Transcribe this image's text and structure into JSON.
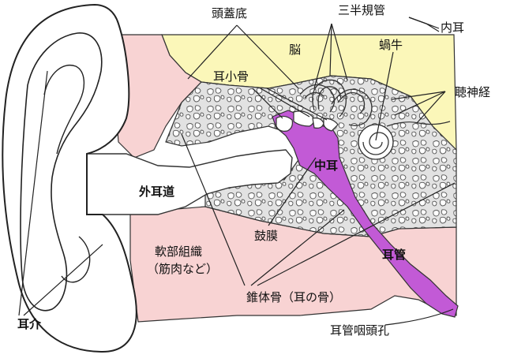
{
  "labels": {
    "skull_base": "頭蓋底",
    "semicircular_canals": "三半規管",
    "inner_ear": "内耳",
    "brain": "脳",
    "cochlea": "蝸牛",
    "ossicles": "耳小骨",
    "auditory_nerve": "聴神経",
    "middle_ear": "中耳",
    "external_auditory_canal": "外耳道",
    "eardrum": "鼓膜",
    "soft_tissue": "軟部組織",
    "soft_tissue_note": "（筋肉など）",
    "eustachian_tube": "耳管",
    "temporal_bone": "錐体骨（耳の骨）",
    "auricle": "耳介",
    "pharyngeal_opening": "耳管咽頭孔"
  },
  "colors": {
    "brain": "#fbf7b9",
    "soft_tissue": "#f8d3d3",
    "bone": "#e0e0e0",
    "middle_ear": "#c25ad6",
    "skin": "#ffffff",
    "outline": "#222222"
  }
}
